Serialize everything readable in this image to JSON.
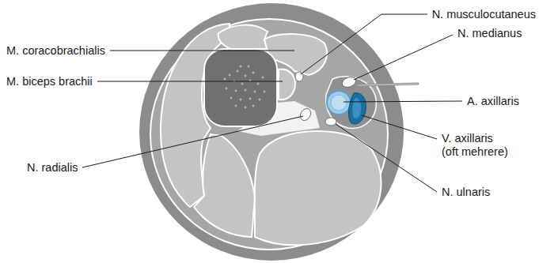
{
  "diagram": {
    "labels": [
      "M. coracobrachialis",
      "M. biceps brachii",
      "N. radialis",
      "N. musculocutaneus",
      "N. medianus",
      "A. axillaris",
      "V. axillaris (oft mehrere)",
      "N. ulnaris"
    ]
  }
}
